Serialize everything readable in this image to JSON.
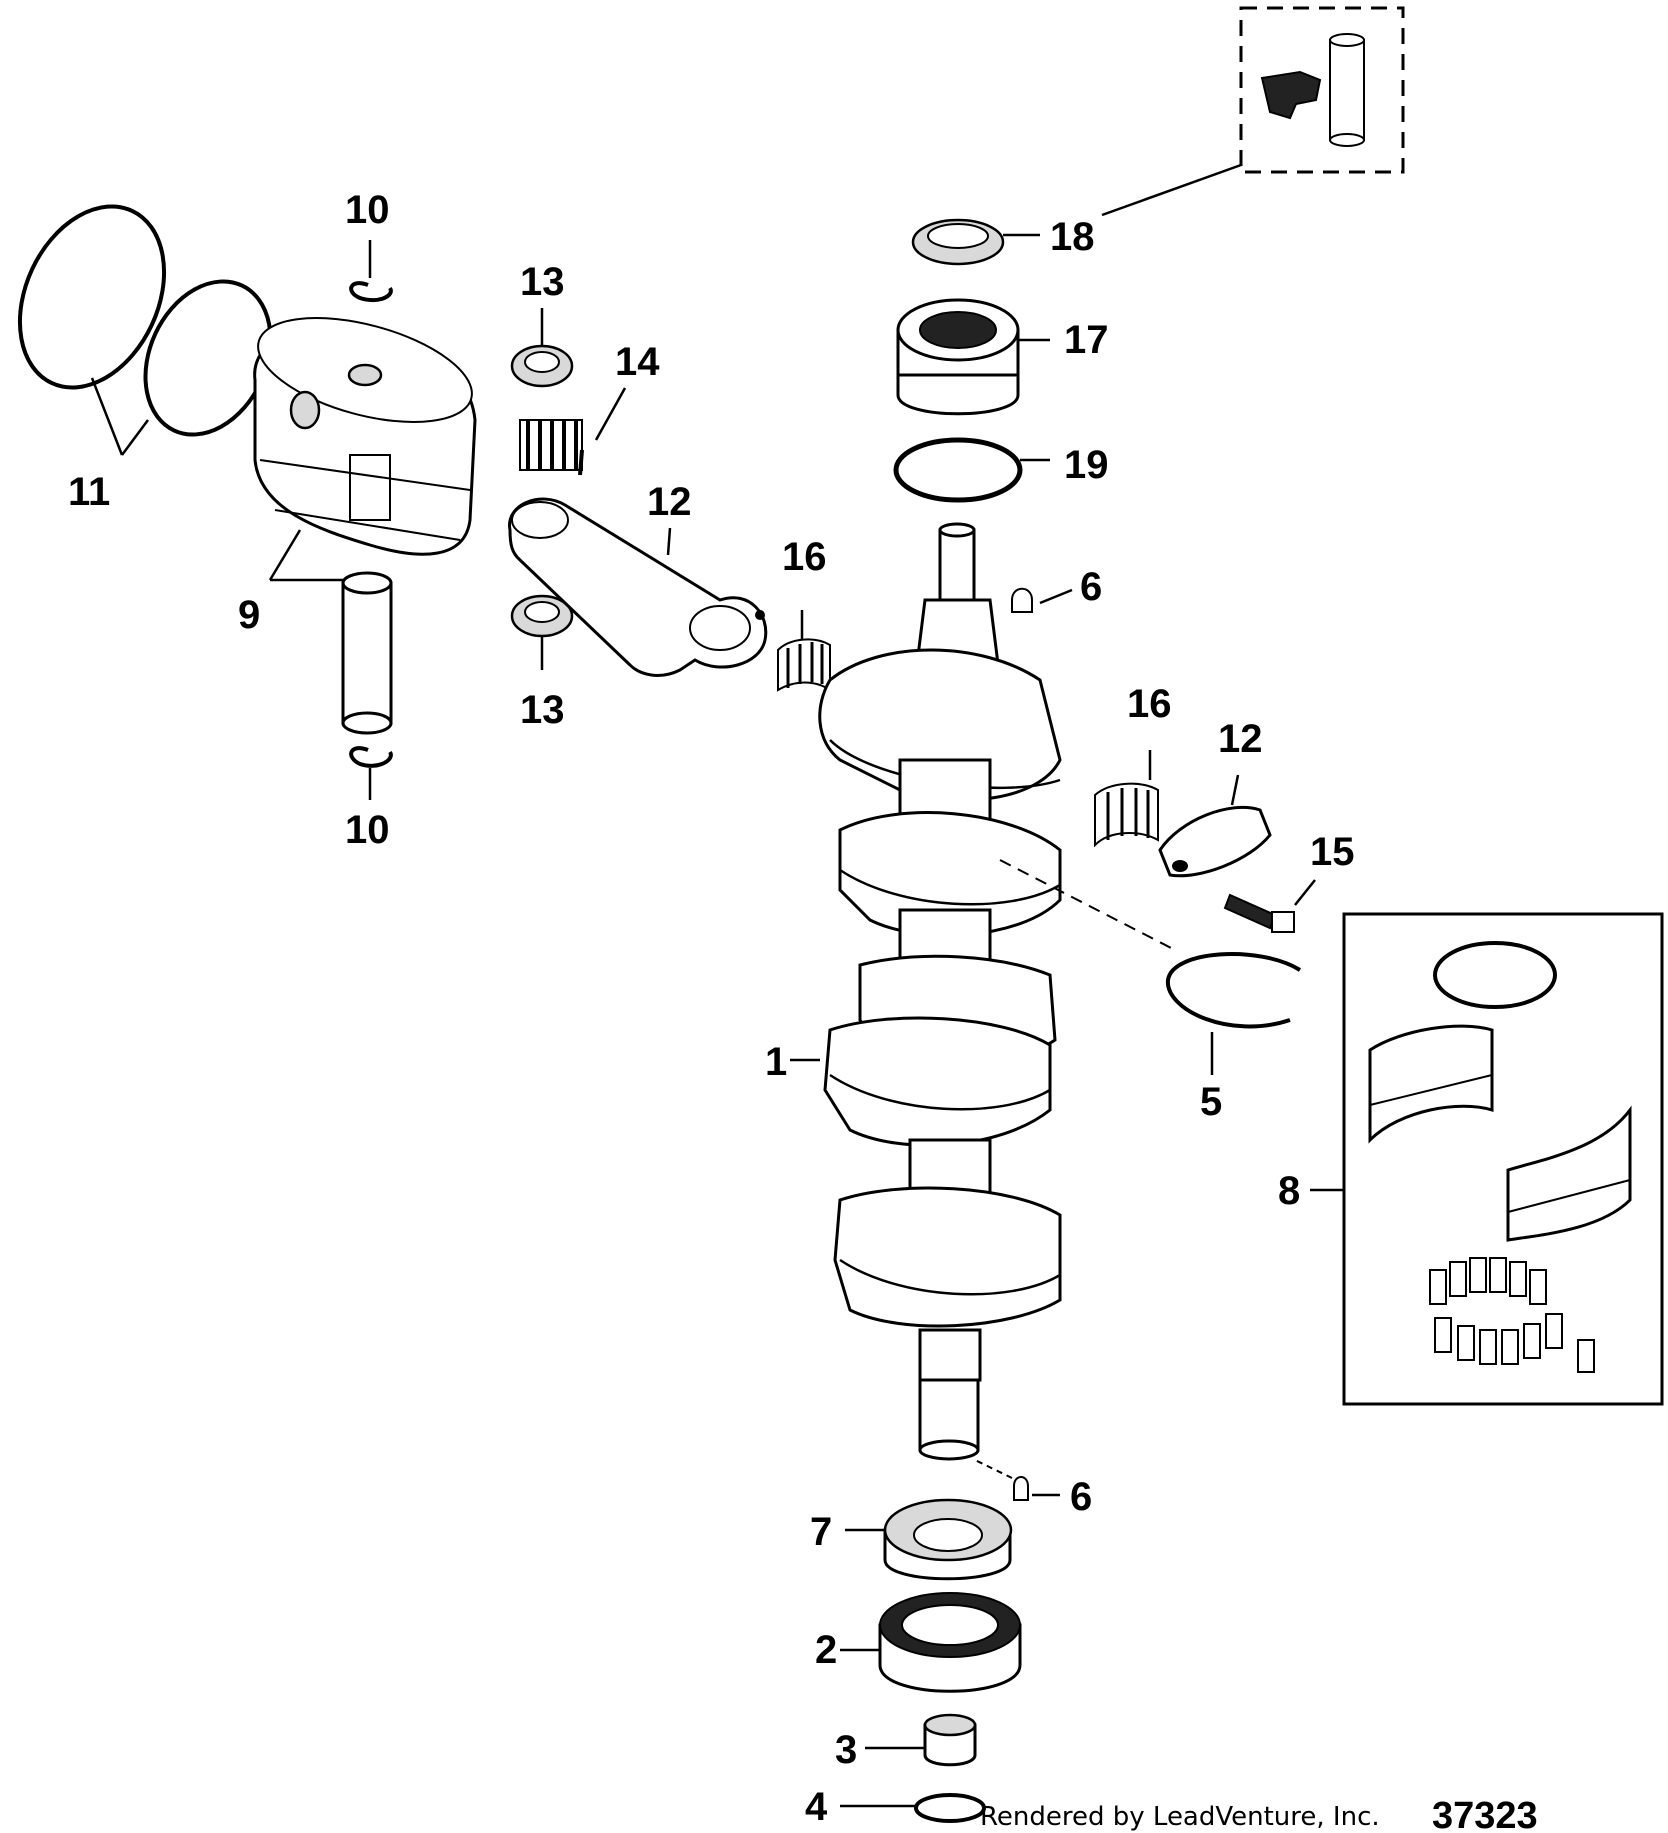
{
  "callouts": {
    "c1": "1",
    "c2": "2",
    "c3": "3",
    "c4": "4",
    "c5": "5",
    "c6a": "6",
    "c6b": "6",
    "c7": "7",
    "c8": "8",
    "c9": "9",
    "c10a": "10",
    "c10b": "10",
    "c11": "11",
    "c12a": "12",
    "c12b": "12",
    "c13a": "13",
    "c13b": "13",
    "c14": "14",
    "c15": "15",
    "c16a": "16",
    "c16b": "16",
    "c17": "17",
    "c18": "18",
    "c19": "19"
  },
  "footer": {
    "credit": "Rendered by LeadVenture, Inc.",
    "figure_number": "37323"
  }
}
